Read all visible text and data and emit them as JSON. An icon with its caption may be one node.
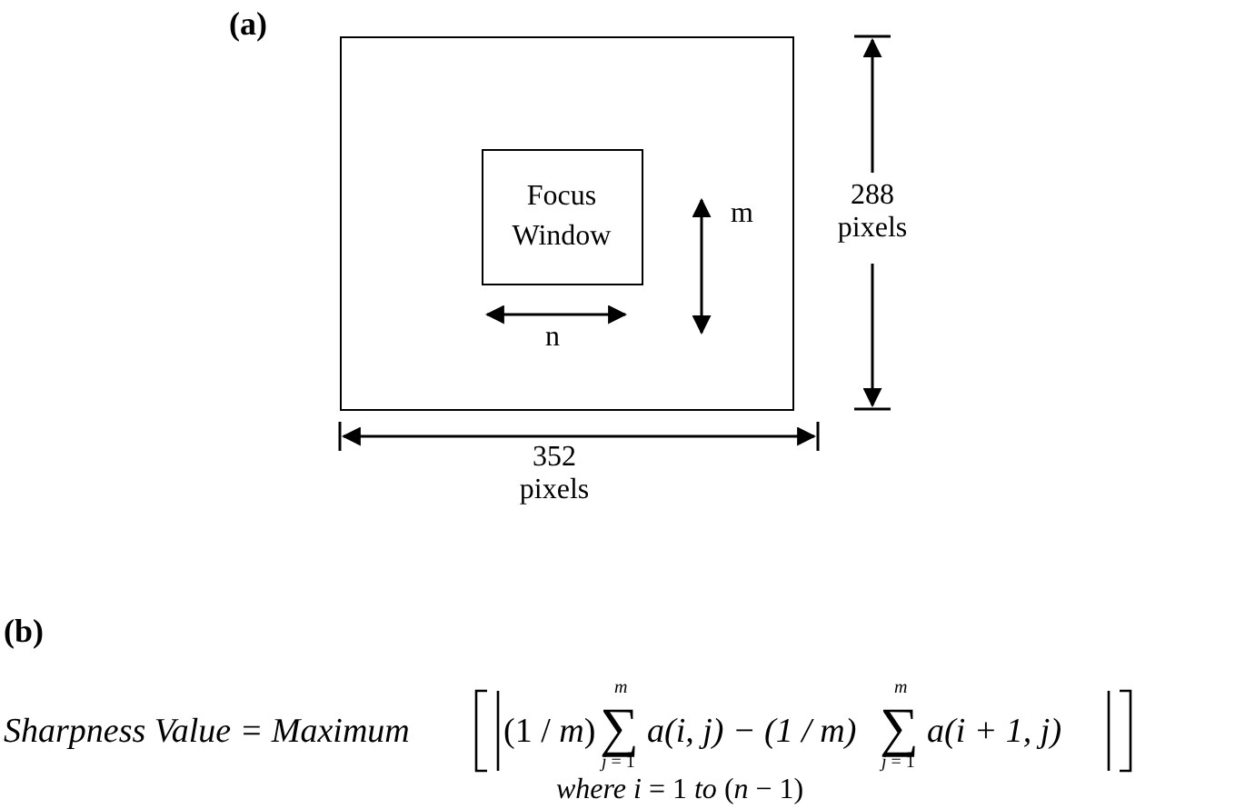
{
  "diagram": {
    "nodes": [
      {
        "text": [],
        "shape": "box"
      },
      {
        "text": [
          "Focus Window"
        ],
        "in": 0
      }
    ],
    "labels": [
      "(a)",
      "m",
      "288 pixels",
      "n",
      "352 pixels",
      "(b)",
      "Sharpness Value = Maximum",
      "(1 / *m*)",
      "∑",
      "*m*",
      "*j* = 1",
      "a(i, j) − (1 / *m*)",
      "∑",
      "*m*",
      "*j* = 1",
      "a(i + 1, j)",
      "*where i* = 1 *to* (*n* − 1)"
    ]
  }
}
